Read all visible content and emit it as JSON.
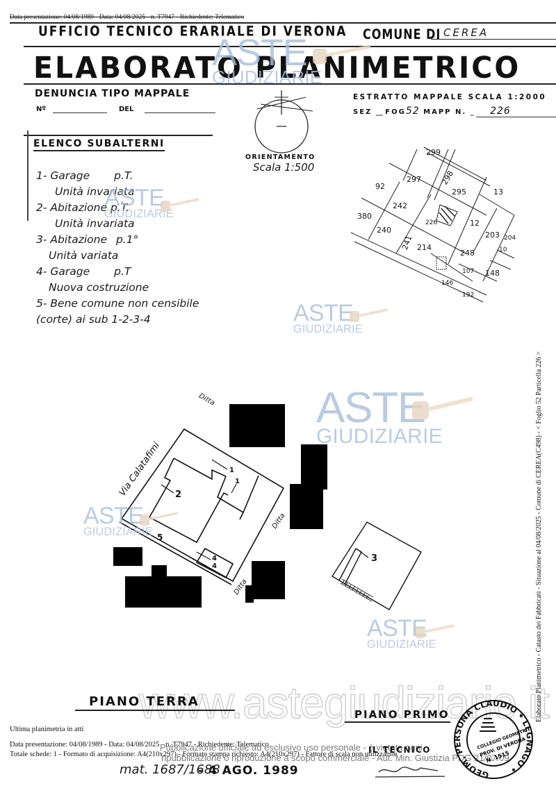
{
  "header": {
    "presentation_strip": "Data presentazione: 04/08/1989 - Data: 04/08/2025 - n. T7947 - Richiedente: Telematico",
    "office": "UFFICIO TECNICO ERARIALE DI VERONA",
    "comune_label": "COMUNE DI",
    "comune_value": "CEREA",
    "title": "ELABORATO PLANIMETRICO",
    "denuncia": "DENUNCIA TIPO MAPPALE",
    "n_label": "Nº",
    "del_label": "DEL",
    "estratto": "ESTRATTO MAPPALE SCALA 1:2000",
    "sez_label": "SEZ",
    "fog_label": "FOG",
    "fog_value": "52",
    "mapp_label": "MAPP N.",
    "mapp_value": "226"
  },
  "orientation": {
    "label": "ORIENTAMENTO",
    "scale": "Scala 1:500"
  },
  "elenco": {
    "title": "ELENCO SUBALTERNI",
    "items": [
      {
        "num": "1-",
        "type": "Garage",
        "floor": "p.T.",
        "note": "Unità invariata"
      },
      {
        "num": "2-",
        "type": "Abitazione",
        "floor": "p.T.",
        "note": "Unità invariata"
      },
      {
        "num": "3-",
        "type": "Abitazione",
        "floor": "p.1°",
        "note": "Unità variata"
      },
      {
        "num": "4-",
        "type": "Garage",
        "floor": "p.T",
        "note": "Nuova costruzione"
      },
      {
        "num": "5-",
        "type": "Bene comune non censibile",
        "floor": "",
        "note": "(corte) ai sub 1-2-3-4"
      }
    ]
  },
  "cadastral_map": {
    "parcels": [
      "299",
      "297",
      "298",
      "295",
      "13",
      "92",
      "242",
      "380",
      "240",
      "226",
      "12",
      "203",
      "204",
      "10",
      "241",
      "214",
      "248",
      "148",
      "107",
      "146",
      "192"
    ]
  },
  "plan": {
    "street": "Via Calatafimi",
    "neighbor_label": "Ditta",
    "sub_labels": [
      "1",
      "1",
      "2",
      "4",
      "4",
      "5",
      "3"
    ]
  },
  "floors": {
    "terra": "PIANO TERRA",
    "primo": "PIANO PRIMO"
  },
  "footer": {
    "ultima": "Ultima planimetria in atti",
    "line1": "Data presentazione: 04/08/1989 - Data: 04/08/2025 - n. T7947 - Richiedente: Telematico",
    "line2": "Totale schede: 1 - Formato di acquisizione: A4(210x297) - Formato stampa richiesto: A4(210x297) - Fattore di scala non utilizzabile",
    "tecnico": "IL TECNICO",
    "mat": "mat. 1687/1688",
    "mat_date": "- 4 AGO. 1989"
  },
  "stamp": {
    "ring_text": "GEOM. PERSONA CLAUDIO • LEGNAGO •",
    "inner1": "COLLEGIO GEOMETRI",
    "inner2": "PROV. DI VERONA",
    "inner3": "N. 1515"
  },
  "side_text": "Elaborato Planimetrico - Catasto dei Fabbricati - Situazione al 04/08/2025 - Comune di CEREA(C498) - < Foglio 52 Particella 226 >",
  "watermark": {
    "brand_top": "ASTE",
    "brand_bottom": "GIUDIZIARIE",
    "url": "www.astegiudiziarie.it",
    "pub_line1": "Pubblicazione ufficiale ad esclusivo uso personale - è vietata ogni",
    "pub_line2": "ripubblicazione o riproduzione a scopo commerciale - Aut. Min. Giustizia PDG 21/07/09",
    "color": "#a9bfdc"
  }
}
